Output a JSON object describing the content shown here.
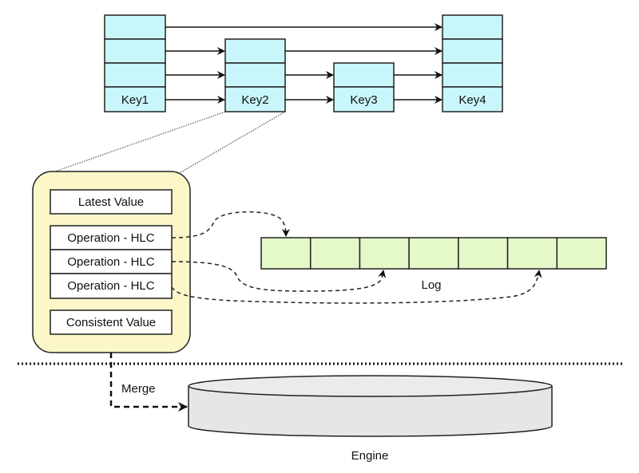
{
  "skiplist": {
    "nodes": [
      {
        "key": "Key1",
        "levels": 4
      },
      {
        "key": "Key2",
        "levels": 3
      },
      {
        "key": "Key3",
        "levels": 2
      },
      {
        "key": "Key4",
        "levels": 4
      }
    ]
  },
  "node_detail": {
    "latest_value": "Latest Value",
    "operations": [
      "Operation - HLC",
      "Operation - HLC",
      "Operation - HLC"
    ],
    "consistent_value": "Consistent Value"
  },
  "log": {
    "label": "Log",
    "cell_count": 7
  },
  "merge_label": "Merge",
  "engine_label": "Engine",
  "colors": {
    "skiplist_fill": "#c9f6fa",
    "container_fill": "#fbf7c8",
    "log_fill": "#e4f8c8",
    "engine_fill": "#e6e6e6",
    "stroke": "#222222"
  }
}
